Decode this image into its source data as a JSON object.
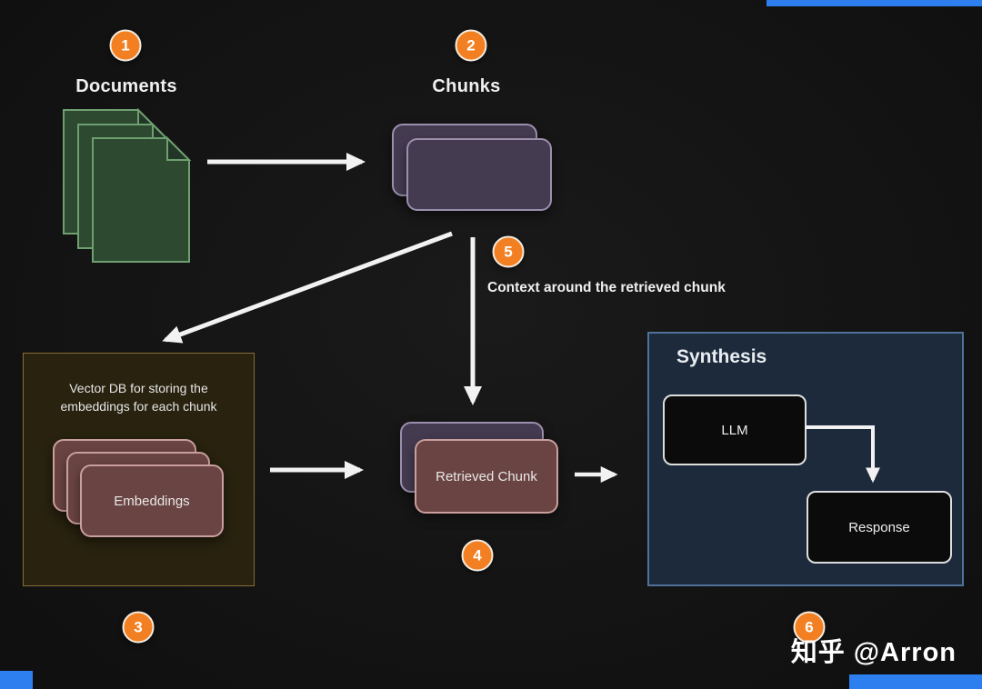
{
  "badges": {
    "b1": "1",
    "b2": "2",
    "b3": "3",
    "b4": "4",
    "b5": "5",
    "b6": "6"
  },
  "nodes": {
    "documents_label": "Documents",
    "chunks_label": "Chunks",
    "context_note": "Context around the retrieved chunk",
    "vector_db_caption": "Vector DB for storing the embeddings for each chunk",
    "embeddings_label": "Embeddings",
    "retrieved_chunk_label": "Retrieved Chunk",
    "synthesis_title": "Synthesis",
    "llm_label": "LLM",
    "response_label": "Response"
  },
  "watermark": {
    "text": "知乎 @Arron"
  },
  "colors": {
    "background": "#141414",
    "badge_fill": "#f28022",
    "badge_ring": "#f3ece1",
    "arrow": "#f2f2f2",
    "document_fill": "#2d4a30",
    "document_stroke": "#6f9f70",
    "document_fold": "#213626",
    "chunk_fill": "#453b51",
    "chunk_stroke": "#9b8fae",
    "embedding_fill": "#6a4442",
    "embedding_stroke": "#c99f9d",
    "vector_db_fill": "#28220f",
    "vector_db_stroke": "#8a6d35",
    "synthesis_fill": "#1c2a3b",
    "synthesis_stroke": "#50719a",
    "io_box_fill": "#0b0b0b",
    "io_box_stroke": "#dedede",
    "corner_strip": "#2d7ff0"
  }
}
